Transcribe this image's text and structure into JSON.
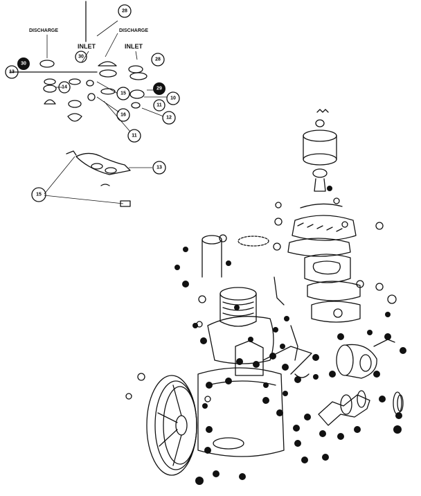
{
  "labels": {
    "discharge_left": "DISCHARGE",
    "discharge_right": "DISCHARGE",
    "inlet_left": "INLET",
    "inlet_right": "INLET"
  },
  "callouts": {
    "c28_top": "28",
    "c30_left": "30",
    "c30_mid": "30",
    "c28_right": "28",
    "c13_left": "13",
    "c14": "14",
    "c15": "15",
    "c29": "29",
    "c10": "10",
    "c11_right": "11",
    "c16": "16",
    "c12": "12",
    "c11_bottom": "11",
    "c13_lower": "13",
    "c15_lower": "15"
  }
}
